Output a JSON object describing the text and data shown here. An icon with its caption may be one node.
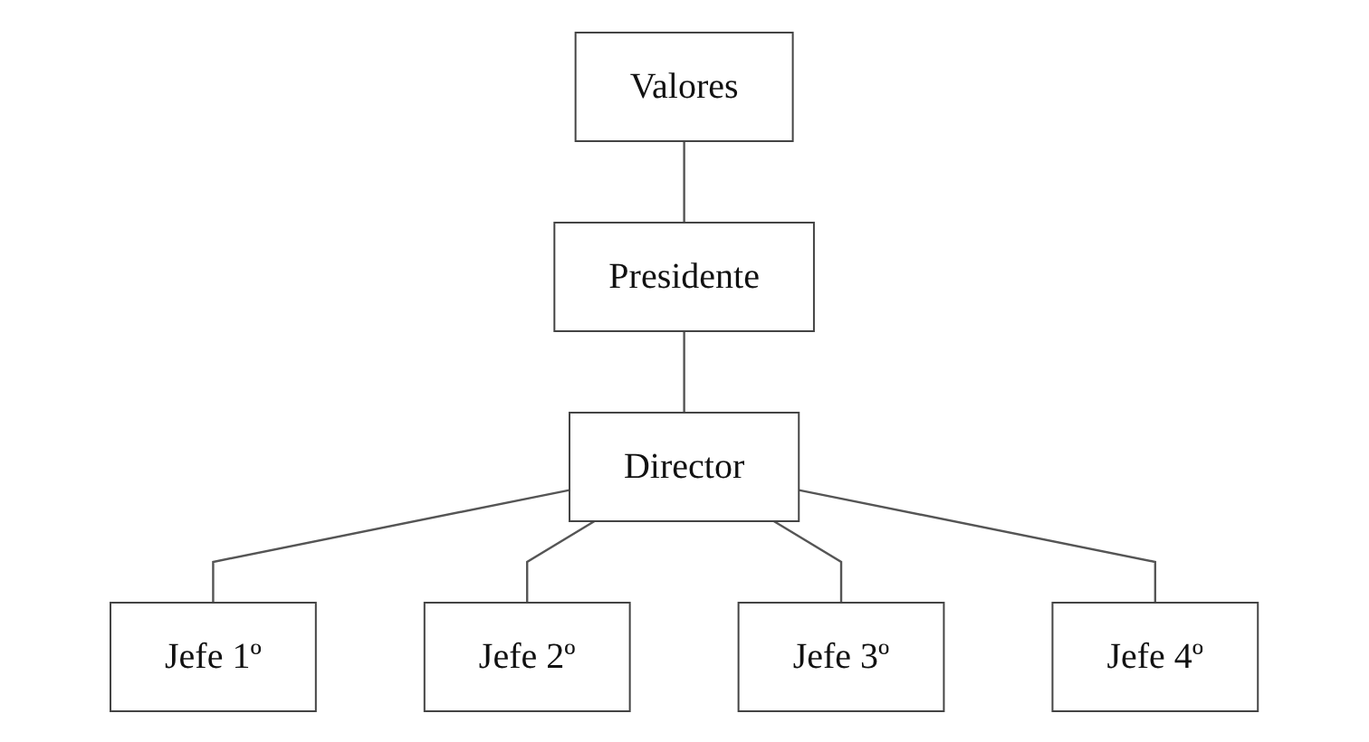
{
  "diagram": {
    "nodes": [
      {
        "text": [
          "Valores"
        ]
      },
      {
        "text": [
          "Presidente"
        ]
      },
      {
        "text": [
          "Director"
        ]
      },
      {
        "text": [
          "Jefe 1º"
        ]
      },
      {
        "text": [
          "Jefe 2º"
        ]
      },
      {
        "text": [
          "Jefe 3º"
        ]
      },
      {
        "text": [
          "Jefe 4º"
        ]
      }
    ],
    "edges": [
      {
        "from": 0,
        "to": 1,
        "arrow": "none"
      },
      {
        "from": 1,
        "to": 2,
        "arrow": "none"
      },
      {
        "from": 2,
        "to": 3,
        "arrow": "none"
      },
      {
        "from": 2,
        "to": 4,
        "arrow": "none"
      },
      {
        "from": 2,
        "to": 5,
        "arrow": "none"
      },
      {
        "from": 2,
        "to": 6,
        "arrow": "none"
      }
    ]
  }
}
